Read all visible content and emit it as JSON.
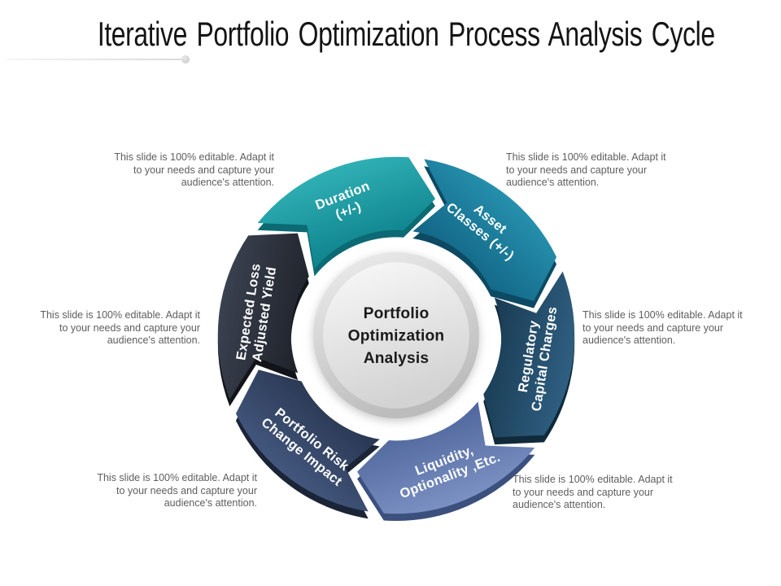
{
  "slide": {
    "title": "Iterative Portfolio Optimization Process Analysis Cycle"
  },
  "center": {
    "lines": [
      "Portfolio",
      "Optimization",
      "Analysis"
    ]
  },
  "segments": [
    {
      "name": "duration",
      "lines": [
        "Duration",
        "(+/-)"
      ],
      "color_light": "#2fb0b4",
      "color_dark": "#0f848e",
      "shadow_color": "#0b6a73"
    },
    {
      "name": "asset-classes",
      "lines": [
        "Asset",
        "Classes (+/-)"
      ],
      "color_light": "#2590ad",
      "color_dark": "#136686",
      "shadow_color": "#0d4a63"
    },
    {
      "name": "regulatory-capital-charges",
      "lines": [
        "Regulatory",
        "Capital Charges"
      ],
      "color_light": "#2f5f82",
      "color_dark": "#1a3c53",
      "shadow_color": "#102a3b"
    },
    {
      "name": "liquidity-optionality-etc",
      "lines": [
        "Liquidity,",
        "Optionality ,Etc."
      ],
      "color_light": "#7b91c3",
      "color_dark": "#51689e",
      "shadow_color": "#3c507e"
    },
    {
      "name": "portfolio-risk-change-impact",
      "lines": [
        "Portfolio Risk",
        "Change Impact"
      ],
      "color_light": "#43577e",
      "color_dark": "#293751",
      "shadow_color": "#1b2537"
    },
    {
      "name": "expected-loss-adjusted-yield",
      "lines": [
        "Expected Loss",
        "Adjusted Yield"
      ],
      "color_light": "#3a414f",
      "color_dark": "#1f232b",
      "shadow_color": "#121419"
    }
  ],
  "captions": [
    {
      "position": "top-left",
      "lines": [
        "This slide is 100% editable. Adapt it",
        "to your needs and capture your",
        "audience's attention."
      ]
    },
    {
      "position": "top-right",
      "lines": [
        "This slide is 100% editable. Adapt it",
        "to your needs and capture your",
        "audience's attention."
      ]
    },
    {
      "position": "middle-left",
      "lines": [
        "This slide is 100% editable. Adapt it",
        "to your needs and capture your",
        "audience's attention."
      ]
    },
    {
      "position": "middle-right",
      "lines": [
        "This slide is 100% editable. Adapt it",
        "to your needs and capture your",
        "audience's attention."
      ]
    },
    {
      "position": "bottom-left",
      "lines": [
        "This slide is 100% editable. Adapt it",
        "to your needs and capture your",
        "audience's attention."
      ]
    },
    {
      "position": "bottom-right",
      "lines": [
        "This slide is 100% editable. Adapt it",
        "to your needs and capture your",
        "audience's attention."
      ]
    }
  ]
}
